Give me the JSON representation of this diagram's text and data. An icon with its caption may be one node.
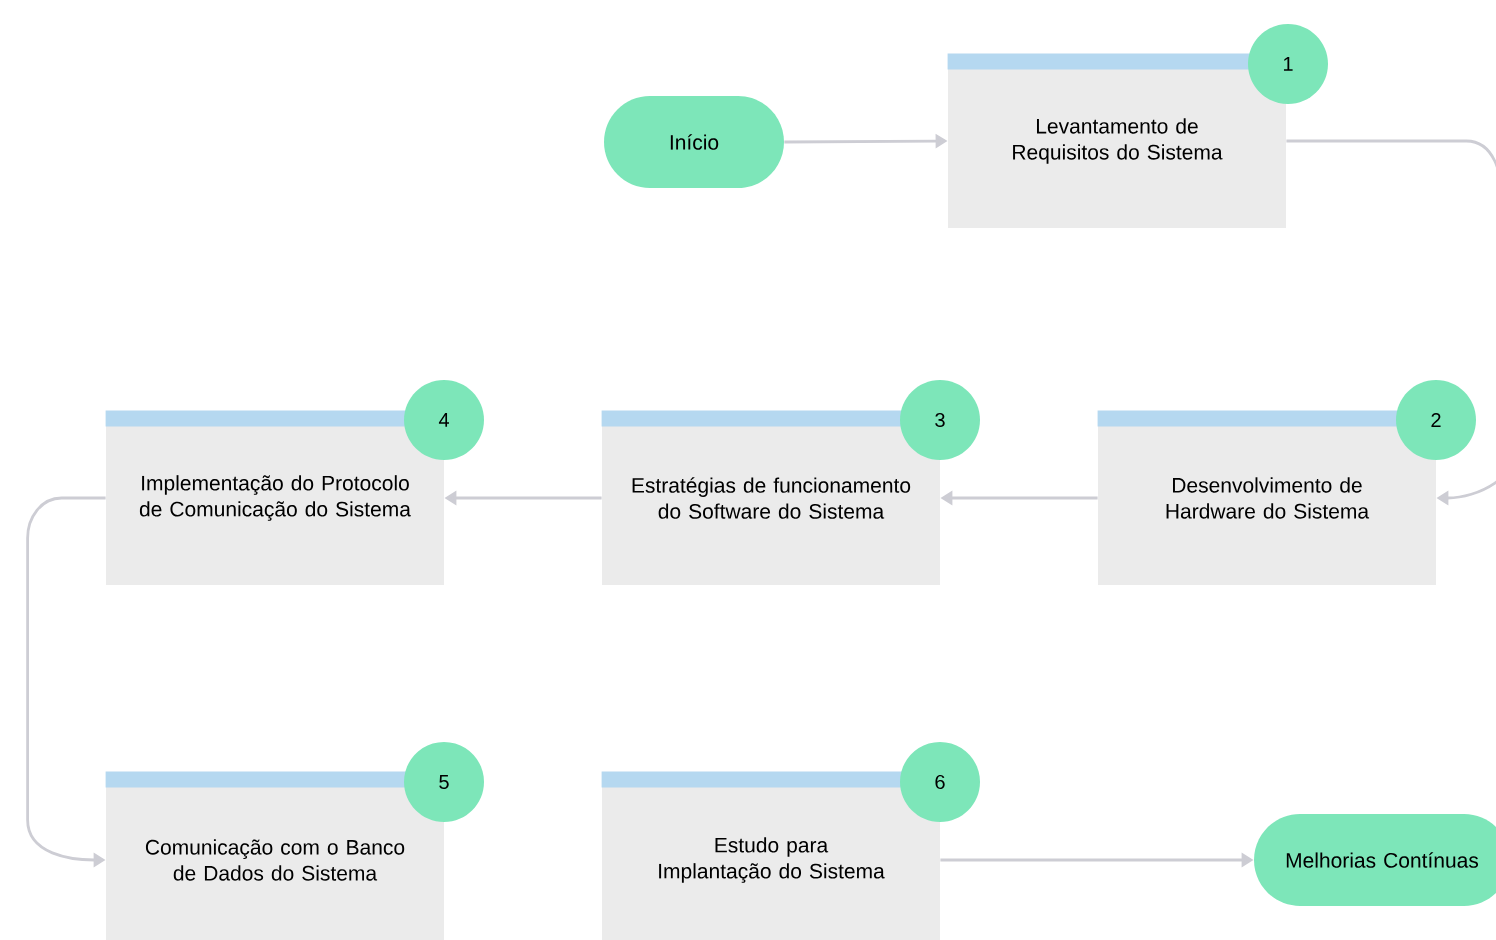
{
  "diagram": {
    "nodes": [
      {
        "text": [
          "Início"
        ]
      },
      {
        "text": [
          "Levantamento de Requisitos do Sistema"
        ]
      },
      {
        "text": [
          "1"
        ]
      },
      {
        "text": [
          "Implementação do Protocolo de Comunicação do Sistema"
        ]
      },
      {
        "text": [
          "4"
        ]
      },
      {
        "text": [
          "Estratégias de funcionamento do Software do Sistema"
        ]
      },
      {
        "text": [
          "3"
        ]
      },
      {
        "text": [
          "Desenvolvimento de Hardware do Sistema"
        ]
      },
      {
        "text": [
          "2"
        ]
      },
      {
        "text": [
          "Comunicação com o Banco de Dados do Sistema"
        ]
      },
      {
        "text": [
          "5"
        ]
      },
      {
        "text": [
          "Estudo para Implantação do Sistema"
        ]
      },
      {
        "text": [
          "6"
        ]
      },
      {
        "text": [
          "Melhorias Contínuas"
        ]
      }
    ],
    "edges": [
      {
        "from": 0,
        "to": 1,
        "arrow": "to"
      },
      {
        "from": 1,
        "to": 7,
        "arrow": "to"
      },
      {
        "from": 7,
        "to": 5,
        "arrow": "to"
      },
      {
        "from": 5,
        "to": 3,
        "arrow": "to"
      },
      {
        "from": 3,
        "to": 9,
        "arrow": "to"
      },
      {
        "from": 11,
        "to": 13,
        "arrow": "to"
      }
    ]
  }
}
